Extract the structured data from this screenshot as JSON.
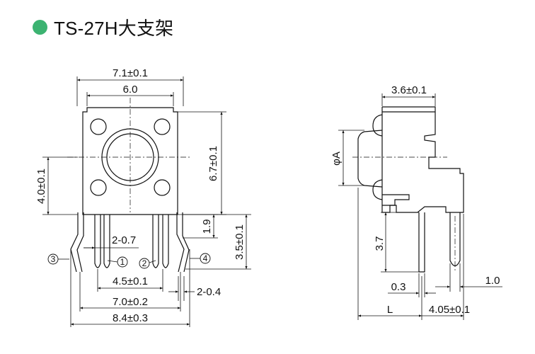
{
  "title": {
    "text": "TS-27H大支架",
    "dot_color": "#3cb371"
  },
  "front_view": {
    "dims": {
      "overall_width": "7.1±0.1",
      "body_width": "6.0",
      "height": "6.7±0.1",
      "center_height": "4.0±0.1",
      "pin_offset": "1.9",
      "leg_height": "3.5±0.1",
      "pin_gap": "2-0.7",
      "inner_pitch": "4.5±0.1",
      "outer_pitch": "7.0±0.2",
      "total_width": "8.4±0.3",
      "leg_width": "2-0.4"
    },
    "pin_markers": [
      "1",
      "2",
      "3",
      "4"
    ]
  },
  "side_view": {
    "dims": {
      "top_width": "3.6±0.1",
      "diameter": "φA",
      "pin_length": "3.7",
      "pin_thickness": "0.3",
      "pin_width": "1.0",
      "length": "L",
      "offset": "4.05±0.1"
    }
  }
}
